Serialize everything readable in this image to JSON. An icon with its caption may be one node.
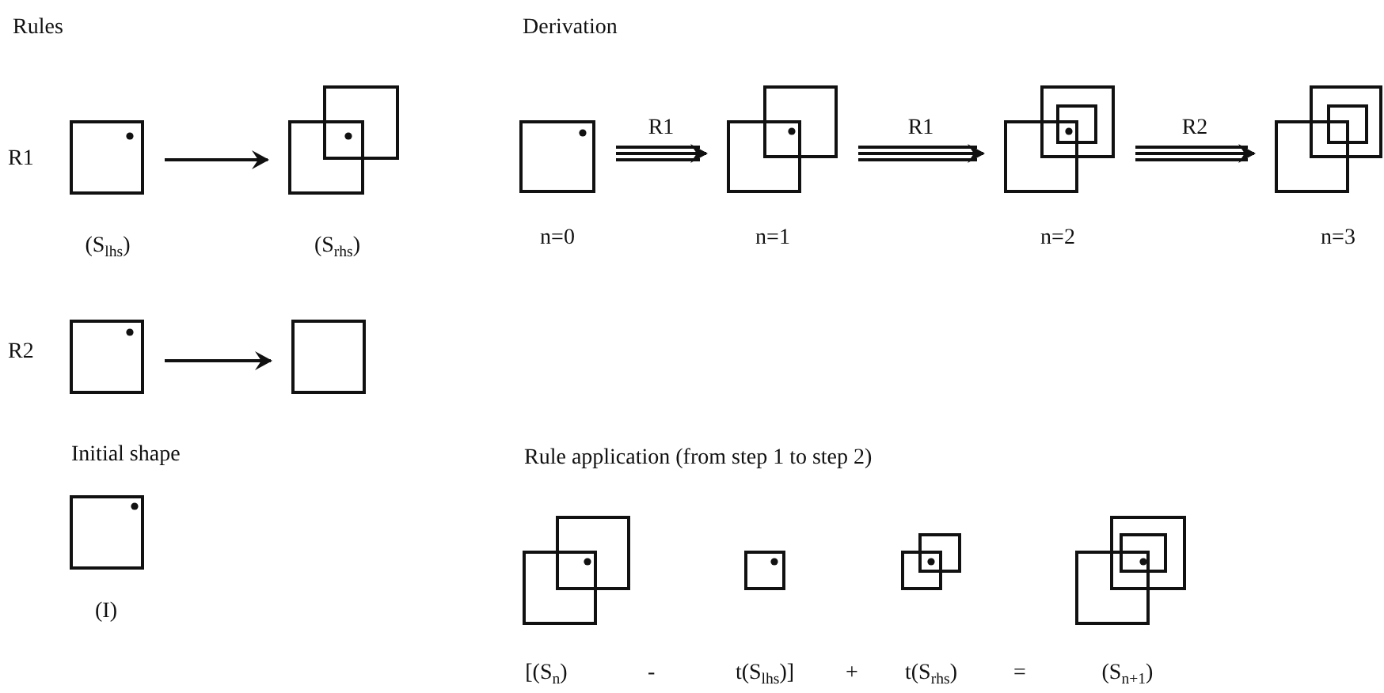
{
  "diagram": {
    "nodes": [
      {
        "text": [],
        "shape": "picture",
        "beside": [
          "(S$_{lhs}$)"
        ]
      },
      {
        "text": [],
        "shape": "picture",
        "beside": [
          "(S$_{rhs}$)"
        ]
      },
      {
        "text": [],
        "shape": "picture",
        "beside": [
          "n=0"
        ]
      },
      {
        "text": [],
        "shape": "picture",
        "beside": [
          "n=1"
        ]
      },
      {
        "text": [],
        "shape": "picture",
        "beside": [
          "n=2"
        ]
      },
      {
        "text": [],
        "shape": "picture",
        "beside": [
          "n=3"
        ]
      },
      {
        "text": [],
        "shape": "picture"
      },
      {
        "text": [],
        "shape": "box"
      },
      {
        "text": [],
        "shape": "picture",
        "beside": [
          "(I)"
        ]
      },
      {
        "text": [],
        "shape": "picture",
        "beside": [
          "[(S$_{n}$)"
        ]
      },
      {
        "text": [],
        "shape": "picture",
        "beside": [
          "t(S$_{lhs}$)]"
        ]
      },
      {
        "text": [],
        "shape": "picture",
        "beside": [
          "t(S$_{rhs}$)"
        ]
      },
      {
        "text": [],
        "shape": "picture",
        "beside": [
          "(S$_{n+1}$)"
        ]
      }
    ],
    "edges": [
      {
        "from": 0,
        "to": 1,
        "arrow": "to"
      },
      {
        "from": 2,
        "to": 3,
        "arrow": "to",
        "label": "R1"
      },
      {
        "from": 3,
        "to": 4,
        "arrow": "to",
        "label": "R1"
      },
      {
        "from": 4,
        "to": 5,
        "arrow": "to",
        "label": "R2"
      },
      {
        "from": 6,
        "to": 7,
        "arrow": "to"
      }
    ],
    "labels": [
      "Rules",
      "Derivation",
      "R1",
      "R2",
      "Initial shape",
      "Rule application (from step 1 to step 2)",
      "-",
      "+",
      "="
    ]
  }
}
